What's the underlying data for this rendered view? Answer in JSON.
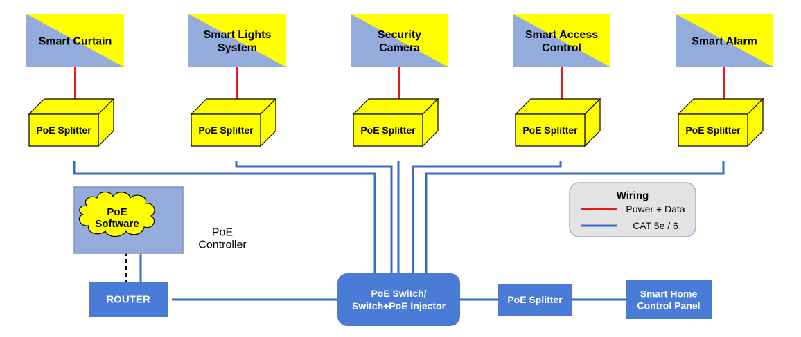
{
  "colors": {
    "device_yellow": "#ffff00",
    "device_blue": "#94acdc",
    "box_blue": "#4a7bd6",
    "controller_blue": "#94acdc",
    "cat_line": "#3a6ac8",
    "power_line": "#e81818",
    "legend_bg": "#e3e3e3",
    "legend_border": "#9bb0d6"
  },
  "devices": [
    {
      "lines": [
        "Smart Curtain"
      ]
    },
    {
      "lines": [
        "Smart Lights",
        "System"
      ]
    },
    {
      "lines": [
        "Security",
        "Camera"
      ]
    },
    {
      "lines": [
        "Smart Access",
        "Control"
      ]
    },
    {
      "lines": [
        "Smart Alarm"
      ]
    }
  ],
  "splitter_label": "PoE Splitter",
  "controller": {
    "cloud_lines": [
      "PoE",
      "Software"
    ],
    "caption_lines": [
      "PoE",
      "Controller"
    ]
  },
  "router_label": "ROUTER",
  "switch_lines": [
    "PoE Switch/",
    "Switch+PoE Injector"
  ],
  "panel_splitter_label": "PoE Splitter",
  "panel_lines": [
    "Smart Home",
    "Control Panel"
  ],
  "legend": {
    "title": "Wiring",
    "items": [
      {
        "label": "Power + Data",
        "color": "#e81818"
      },
      {
        "label": "CAT 5e / 6",
        "color": "#3a6ac8"
      }
    ]
  }
}
